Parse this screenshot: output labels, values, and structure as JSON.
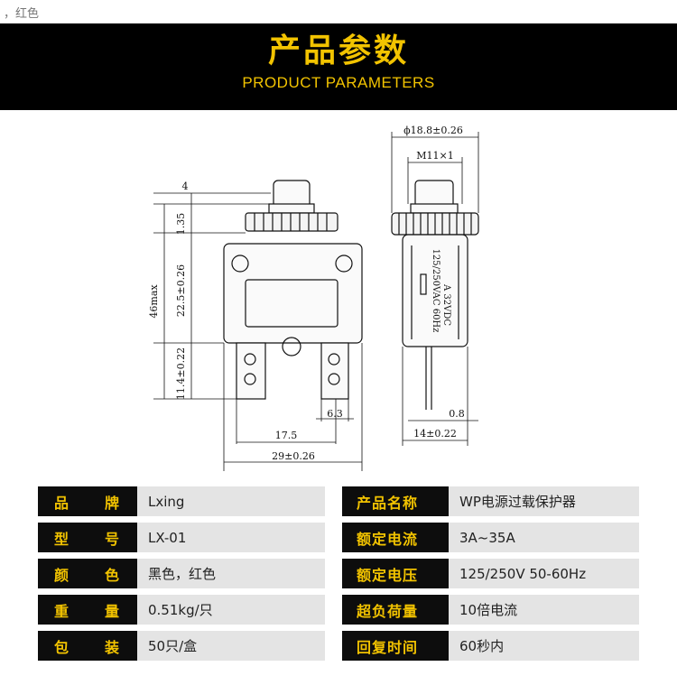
{
  "corner_note": "，红色",
  "header": {
    "title_cn": "产品参数",
    "title_en": "PRODUCT PARAMETERS"
  },
  "diagram": {
    "front": {
      "dim_top": "4",
      "dim_135": "1.35",
      "dim_body": "22.5±0.26",
      "dim_total": "46max",
      "dim_terminal": "11.4±0.22",
      "dim_63": "6.3",
      "dim_175": "17.5",
      "dim_width": "29±0.26"
    },
    "side": {
      "dim_dia": "ϕ18.8±0.26",
      "dim_thread": "M11×1",
      "dim_08": "0.8",
      "dim_width": "14±0.22",
      "rating_line1": "125/250VAC 60Hz",
      "rating_line2": "A 32VDC"
    }
  },
  "specs": [
    {
      "label_left_a": "品",
      "label_left_b": "牌",
      "value_left": "Lxing",
      "label_right": "产品名称",
      "value_right": "WP电源过载保护器"
    },
    {
      "label_left_a": "型",
      "label_left_b": "号",
      "value_left": "LX-01",
      "label_right": "额定电流",
      "value_right": "3A~35A"
    },
    {
      "label_left_a": "颜",
      "label_left_b": "色",
      "value_left": "黑色，红色",
      "label_right": "额定电压",
      "value_right": "125/250V 50-60Hz"
    },
    {
      "label_left_a": "重",
      "label_left_b": "量",
      "value_left": "0.51kg/只",
      "label_right": "超负荷量",
      "value_right": "10倍电流"
    },
    {
      "label_left_a": "包",
      "label_left_b": "装",
      "value_left": "50只/盒",
      "label_right": "回复时间",
      "value_right": "60秒内"
    }
  ]
}
